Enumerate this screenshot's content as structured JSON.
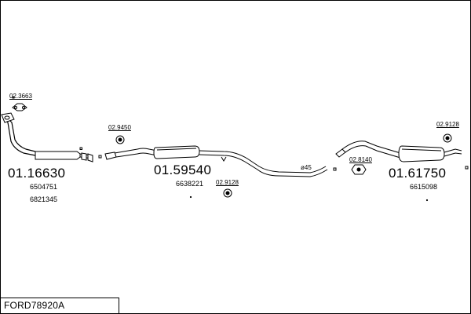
{
  "diagram": {
    "title": "FORD78920A",
    "parts": [
      {
        "number": "01.16630",
        "refs": [
          "6504751",
          "6821345"
        ]
      },
      {
        "number": "01.59540",
        "refs": [
          "6638221"
        ]
      },
      {
        "number": "01.61750",
        "refs": [
          "6615098"
        ]
      }
    ],
    "small_parts": {
      "gasket_front": "02.3663",
      "hanger_1": "02.9450",
      "hanger_2": "02.9128",
      "mount_rear_mid": "02.8140",
      "hanger_rear": "02.9128"
    },
    "pipe_diameter": "ø45"
  }
}
